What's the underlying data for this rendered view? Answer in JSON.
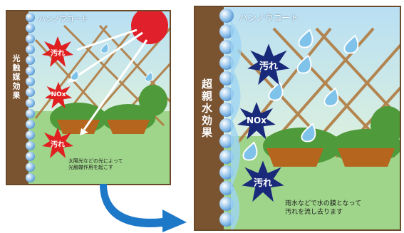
{
  "left_panel": {
    "coat_label": "ハンノウコート",
    "side_label": "光触媒効果",
    "dirt_labels": [
      "汚れ",
      "NOx",
      "汚れ"
    ],
    "caption": "太陽光などの光によって\n光触媒作用を起こす"
  },
  "right_panel": {
    "coat_label": "ハンノウコート",
    "side_label": "超親水効果",
    "dirt_labels": [
      "汚れ",
      "NOx",
      "汚れ"
    ],
    "caption": "雨水などで水の膜となって\n汚れを流し去ります"
  },
  "colors": {
    "wall": "#7a5330",
    "bead": "#3f7fc8",
    "dirt_star_left": "#e02020",
    "dirt_star_right": "#1a2a7a",
    "sun": "#e0202a",
    "arrow": "#1e78c8"
  }
}
